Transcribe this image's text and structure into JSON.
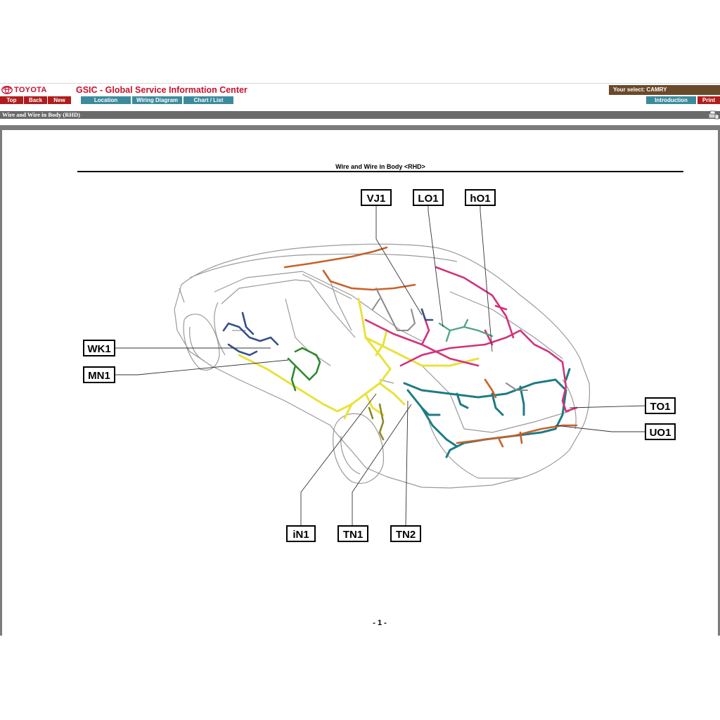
{
  "header": {
    "brand": "TOYOTA",
    "app_title": "GSIC - Global Service Information Center",
    "nav_left": [
      "Top",
      "Back",
      "New"
    ],
    "nav_tabs": [
      "Location",
      "Wiring Diagram",
      "Chart / List"
    ],
    "your_select": "Your select: CAMRY",
    "nav_right": [
      "Introduction",
      "Print"
    ]
  },
  "section": {
    "title": "Wire and Wire in Body (RHD)"
  },
  "diagram": {
    "title": "Wire and Wire in Body <RHD>",
    "labels": {
      "vj1": "VJ1",
      "lo1": "LO1",
      "ho1": "hO1",
      "wk1": "WK1",
      "mn1": "MN1",
      "to1": "TO1",
      "uo1": "UO1",
      "in1": "iN1",
      "tn1": "TN1",
      "tn2": "TN2"
    },
    "harness_colors": {
      "yellow": "#e9e23b",
      "teal": "#1e7b86",
      "magenta": "#d2327c",
      "orange": "#c8612a",
      "navy": "#33508c",
      "green": "#2e8a2e",
      "olive": "#8c8a2a",
      "seafoam": "#4fa68a"
    },
    "page_number": "- 1 -"
  }
}
